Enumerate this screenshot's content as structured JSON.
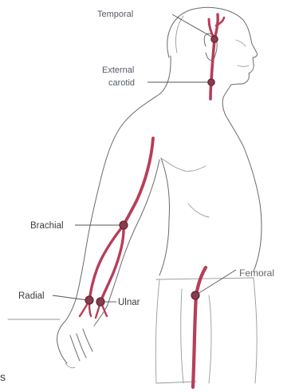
{
  "labels": {
    "temporal": "Temporal",
    "external_carotid_line1": "External",
    "external_carotid_line2": "carotid",
    "brachial": "Brachial",
    "radial": "Radial",
    "ulnar": "Ulnar",
    "femoral": "Femoral",
    "partial_letter": "s"
  },
  "colors": {
    "artery": "#b73e5a",
    "pulse_point": "#8b3b4e",
    "outline": "#6a6a6a",
    "label_text": "#555a66"
  }
}
